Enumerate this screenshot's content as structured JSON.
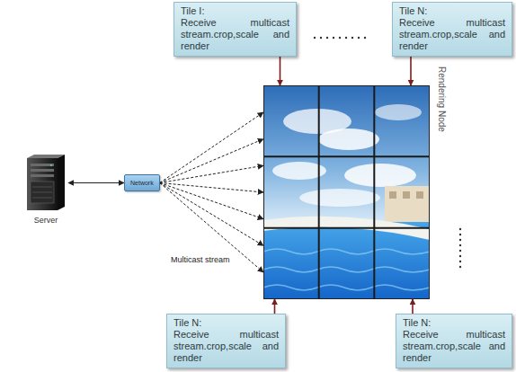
{
  "diagram": {
    "nodes": [
      {
        "text": [
          "Tile I:",
          "Receive multicast stream.crop,scale and render"
        ]
      },
      {
        "text": [
          "Tile N:",
          "Receive multicast stream.crop,scale and render"
        ]
      },
      {
        "text": [
          "Server"
        ]
      },
      {
        "text": [
          "Network"
        ]
      },
      {
        "text": [
          "Rendering Node"
        ]
      },
      {
        "text": [
          "Tile N:",
          "Receive multicast stream.crop,scale and render"
        ]
      },
      {
        "text": [
          "Tile N:",
          "Receive multicast stream.crop,scale and render"
        ]
      }
    ],
    "edges": [
      {
        "from": 2,
        "to": 3,
        "arrow": "both"
      },
      {
        "from": 3,
        "to": 4,
        "arrow": "to"
      },
      {
        "from": 3,
        "to": 4,
        "arrow": "to"
      },
      {
        "from": 3,
        "to": 4,
        "arrow": "to"
      },
      {
        "from": 3,
        "to": 4,
        "arrow": "to"
      },
      {
        "from": 3,
        "to": 4,
        "arrow": "to"
      },
      {
        "from": 3,
        "to": 4,
        "arrow": "to"
      },
      {
        "from": 3,
        "to": 4,
        "arrow": "to"
      },
      {
        "from": 0,
        "to": 4,
        "arrow": "to"
      },
      {
        "from": 1,
        "to": 4,
        "arrow": "to"
      },
      {
        "from": 5,
        "to": 4,
        "arrow": "to"
      },
      {
        "from": 6,
        "to": 4,
        "arrow": "to"
      }
    ],
    "labels": [
      "Multicast stream"
    ]
  }
}
